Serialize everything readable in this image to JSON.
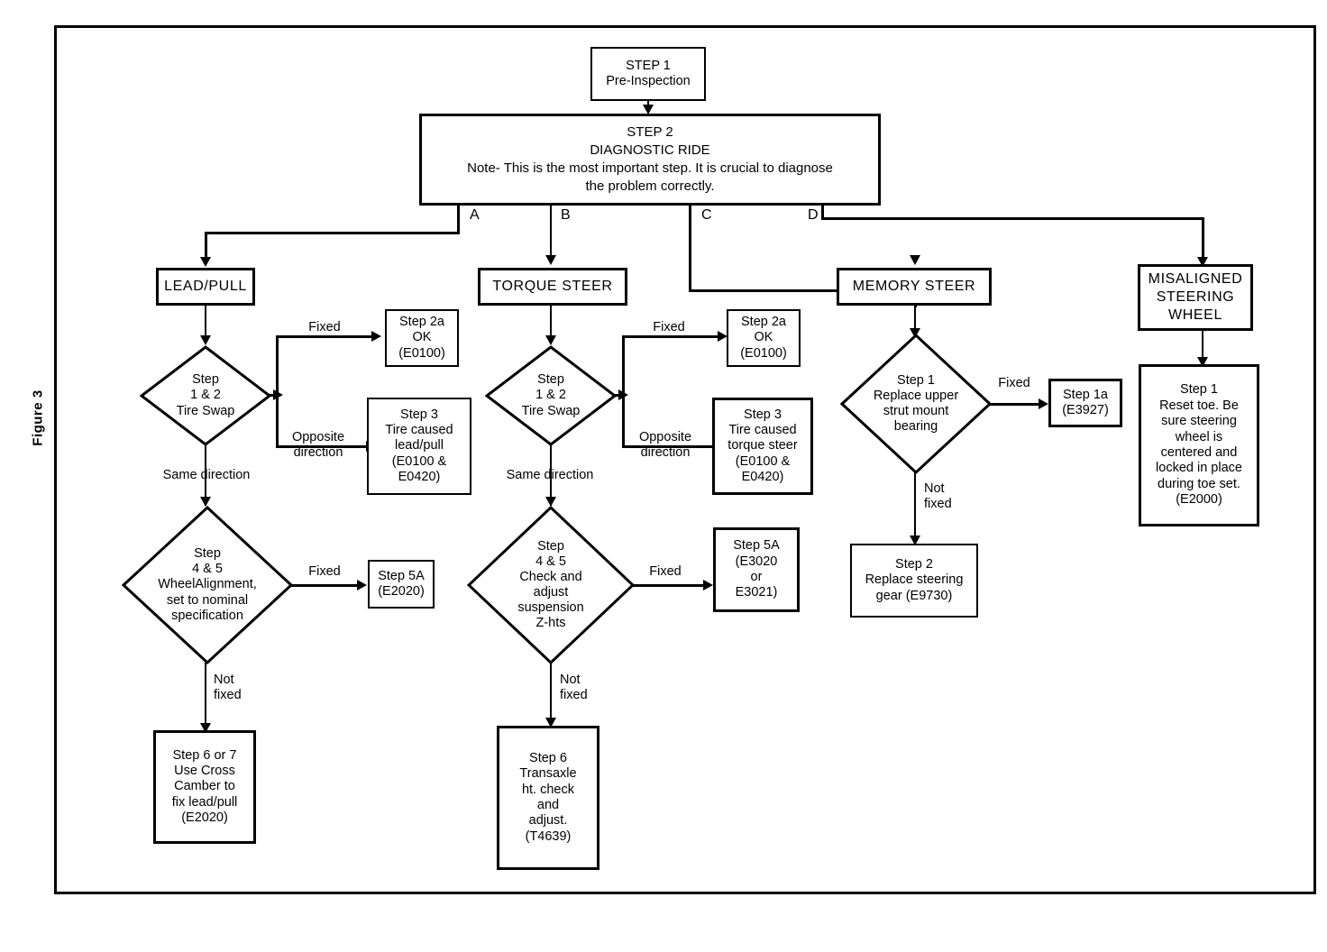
{
  "figure": {
    "label": "Figure 3"
  },
  "nodes": {
    "step1": "STEP 1\nPre-Inspection",
    "step2": "STEP 2\nDIAGNOSTIC RIDE\nNote- This is the most important step.  It is crucial to diagnose\nthe problem correctly.",
    "lead_pull": "LEAD/PULL",
    "torque_steer": "TORQUE STEER",
    "memory_steer": "MEMORY STEER",
    "misaligned": "MISALIGNED\nSTEERING\nWHEEL",
    "lp_tire_swap": "Step\n1 & 2\nTire Swap",
    "lp_step2a": "Step 2a\nOK\n(E0100)",
    "lp_step3": "Step 3\nTire caused\nlead/pull\n(E0100 &\nE0420)",
    "lp_step45": "Step\n4 & 5\nWheelAlignment,\nset to nominal\nspecification",
    "lp_step5a": "Step 5A\n(E2020)",
    "lp_step67": "Step 6 or 7\nUse Cross\nCamber to\nfix lead/pull\n(E2020)",
    "ts_tire_swap": "Step\n1 & 2\nTire Swap",
    "ts_step2a": "Step 2a\nOK\n(E0100)",
    "ts_step3": "Step 3\nTire caused\ntorque steer\n(E0100 &\nE0420)",
    "ts_step45": "Step\n4 & 5\nCheck and\nadjust\nsuspension\nZ-hts",
    "ts_step5a": "Step 5A\n(E3020\nor\nE3021)",
    "ts_step6": "Step 6\nTransaxle\nht. check\nand\nadjust.\n(T4639)",
    "ms_step1": "Step 1\nReplace upper\nstrut mount\nbearing",
    "ms_step1a": "Step 1a\n(E3927)",
    "ms_step2": "Step 2\nReplace steering\ngear (E9730)",
    "mw_step1": "Step 1\nReset toe. Be\nsure steering\nwheel is\ncentered and\nlocked in place\nduring toe set.\n(E2000)"
  },
  "branch_letters": {
    "a": "A",
    "b": "B",
    "c": "C",
    "d": "D"
  },
  "edge_labels": {
    "lp_fixed": "Fixed",
    "lp_opposite": "Opposite\ndirection",
    "lp_same": "Same direction",
    "lp_fixed2": "Fixed",
    "lp_notfixed": "Not\nfixed",
    "ts_fixed": "Fixed",
    "ts_opposite": "Opposite\ndirection",
    "ts_same": "Same direction",
    "ts_fixed2": "Fixed",
    "ts_notfixed": "Not\nfixed",
    "ms_fixed": "Fixed",
    "ms_notfixed": "Not\nfixed"
  },
  "colors": {
    "ink": "#000000",
    "paper": "#ffffff"
  }
}
